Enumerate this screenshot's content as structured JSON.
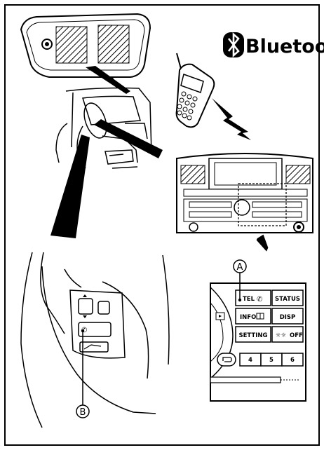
{
  "branding": {
    "bluetooth_word": "Bluetooth",
    "bluetooth_icon": "bluetooth-logo-icon"
  },
  "callouts": {
    "a": "A",
    "b": "B"
  },
  "control_panel": {
    "buttons": {
      "tel": "TEL",
      "status": "STATUS",
      "info": "INFO",
      "disp": "DISP",
      "setting": "SETTING",
      "off": "OFF"
    },
    "presets": [
      "4",
      "5",
      "6"
    ]
  },
  "colors": {
    "ink": "#000000",
    "paper": "#ffffff"
  }
}
